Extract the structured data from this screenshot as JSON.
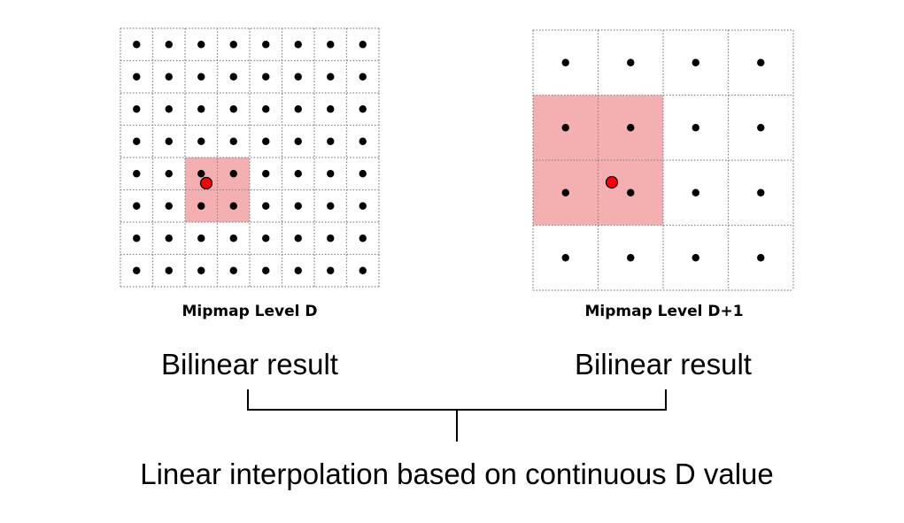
{
  "mipmaps": [
    {
      "caption": "Mipmap Level D",
      "grid_size": 8,
      "highlight_cells": [
        [
          2,
          4
        ],
        [
          3,
          4
        ],
        [
          2,
          5
        ],
        [
          3,
          5
        ]
      ]
    },
    {
      "caption": "Mipmap Level D+1",
      "grid_size": 4,
      "highlight_cells": [
        [
          0,
          1
        ],
        [
          1,
          1
        ],
        [
          0,
          2
        ],
        [
          1,
          2
        ]
      ]
    }
  ],
  "labels": {
    "bilinear_left": "Bilinear result",
    "bilinear_right": "Bilinear result",
    "linear_interp": "Linear interpolation based on continuous D value"
  },
  "colors": {
    "highlight": "#f4b0b0",
    "sample_point": "#ff0000",
    "texel_dot": "#000000",
    "grid_line": "#888888"
  }
}
